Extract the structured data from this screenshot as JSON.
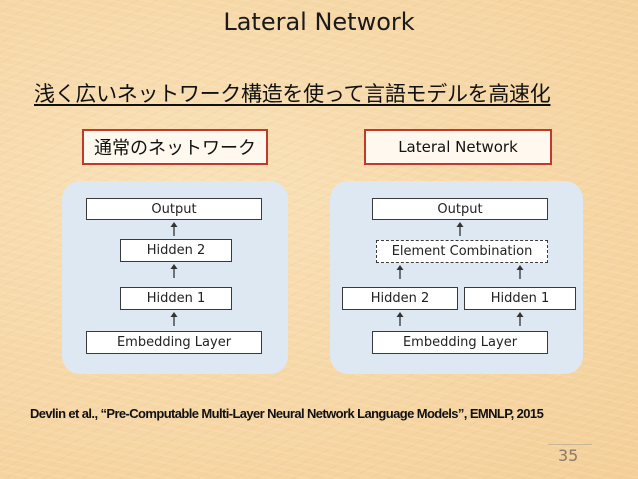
{
  "slide": {
    "title": "Lateral Network",
    "subtitle": "浅く広いネットワーク構造を使って言語モデルを高速化",
    "page_number": "35"
  },
  "labels": {
    "normal": "通常のネットワーク",
    "lateral": "Lateral Network"
  },
  "left_diagram": {
    "output": "Output",
    "hidden2": "Hidden 2",
    "hidden1": "Hidden 1",
    "embedding": "Embedding Layer"
  },
  "right_diagram": {
    "output": "Output",
    "combination": "Element Combination",
    "hidden2": "Hidden 2",
    "hidden1": "Hidden 1",
    "embedding": "Embedding Layer"
  },
  "citation": "Devlin et al., “Pre-Computable Multi-Layer Neural Network Language Models”, EMNLP, 2015",
  "colors": {
    "background": "#f6d7a6",
    "label_border": "#c0392b",
    "panel": "#dde8f2"
  }
}
